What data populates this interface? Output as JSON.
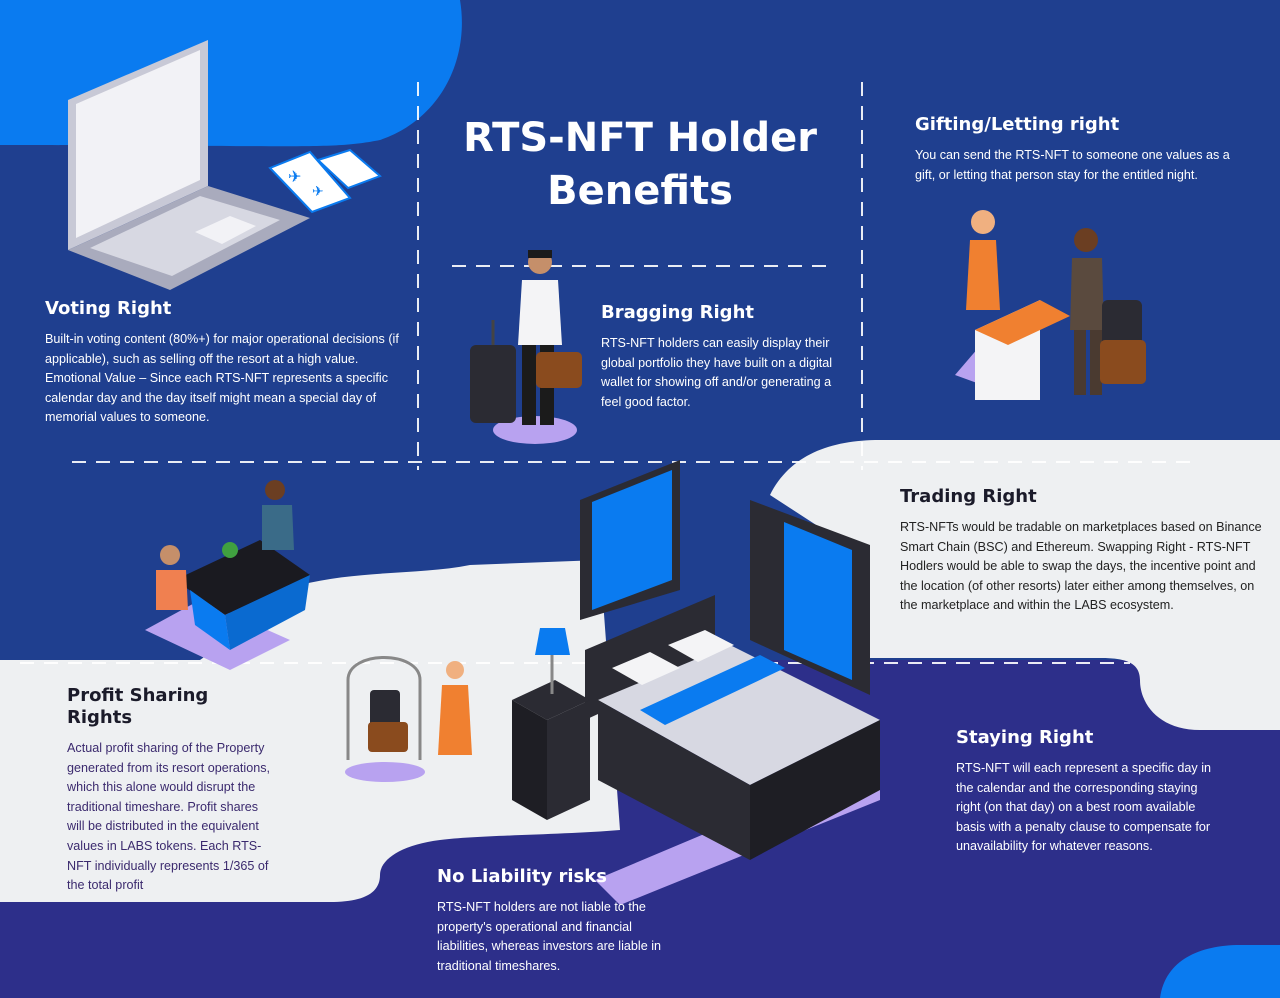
{
  "page": {
    "title": "RTS-NFT Holder Benefits"
  },
  "sections": {
    "voting": {
      "heading": "Voting Right",
      "body": "Built-in voting content (80%+) for major operational decisions (if applicable), such as selling off the resort at a high value. Emotional Value – Since each RTS-NFT represents a specific calendar day and the day itself might mean a special day of memorial values to someone."
    },
    "bragging": {
      "heading": "Bragging Right",
      "body": " RTS-NFT holders can easily display their global portfolio they have built on a digital wallet for showing off and/or generating a feel good factor."
    },
    "gifting": {
      "heading": "Gifting/Letting right",
      "body": "You can send the RTS-NFT to someone one values as a gift, or letting that person stay for the entitled night."
    },
    "trading": {
      "heading": "Trading Right",
      "body": "RTS-NFTs would be tradable on marketplaces based on Binance Smart Chain (BSC) and Ethereum. Swapping Right - RTS-NFT Hodlers would be able to swap the days, the incentive point and the location (of other resorts) later either among themselves, on the marketplace and within the LABS ecosystem."
    },
    "profit": {
      "heading": "Profit Sharing Rights",
      "body": "Actual profit sharing of the Property generated from its resort operations, which this alone would disrupt the traditional timeshare. Profit shares will be distributed in the equivalent values in LABS tokens. Each RTS-NFT individually represents 1/365 of the total profit"
    },
    "staying": {
      "heading": "Staying Right",
      "body": "RTS-NFT will each represent a specific day in the calendar and the corresponding staying right (on that day) on a best room available basis with a penalty clause to compensate for unavailability for whatever reasons."
    },
    "noliab": {
      "heading": "No Liability risks",
      "body": " RTS-NFT holders are not liable to the property's operational and financial liabilities, whereas investors are liable in traditional timeshares."
    }
  },
  "colors": {
    "navy": "#1f3f8f",
    "deep_purple": "#2d2f8a",
    "bright_blue": "#0a7bf0",
    "light_gray": "#eef0f2",
    "lilac": "#b8a2f0"
  },
  "illustrations": [
    "laptop-icon",
    "boarding-pass-icon",
    "traveler-with-luggage",
    "reception-desk-scene",
    "dining-couple-scene",
    "hotel-bed-scene",
    "luggage-cart-bellhop"
  ]
}
